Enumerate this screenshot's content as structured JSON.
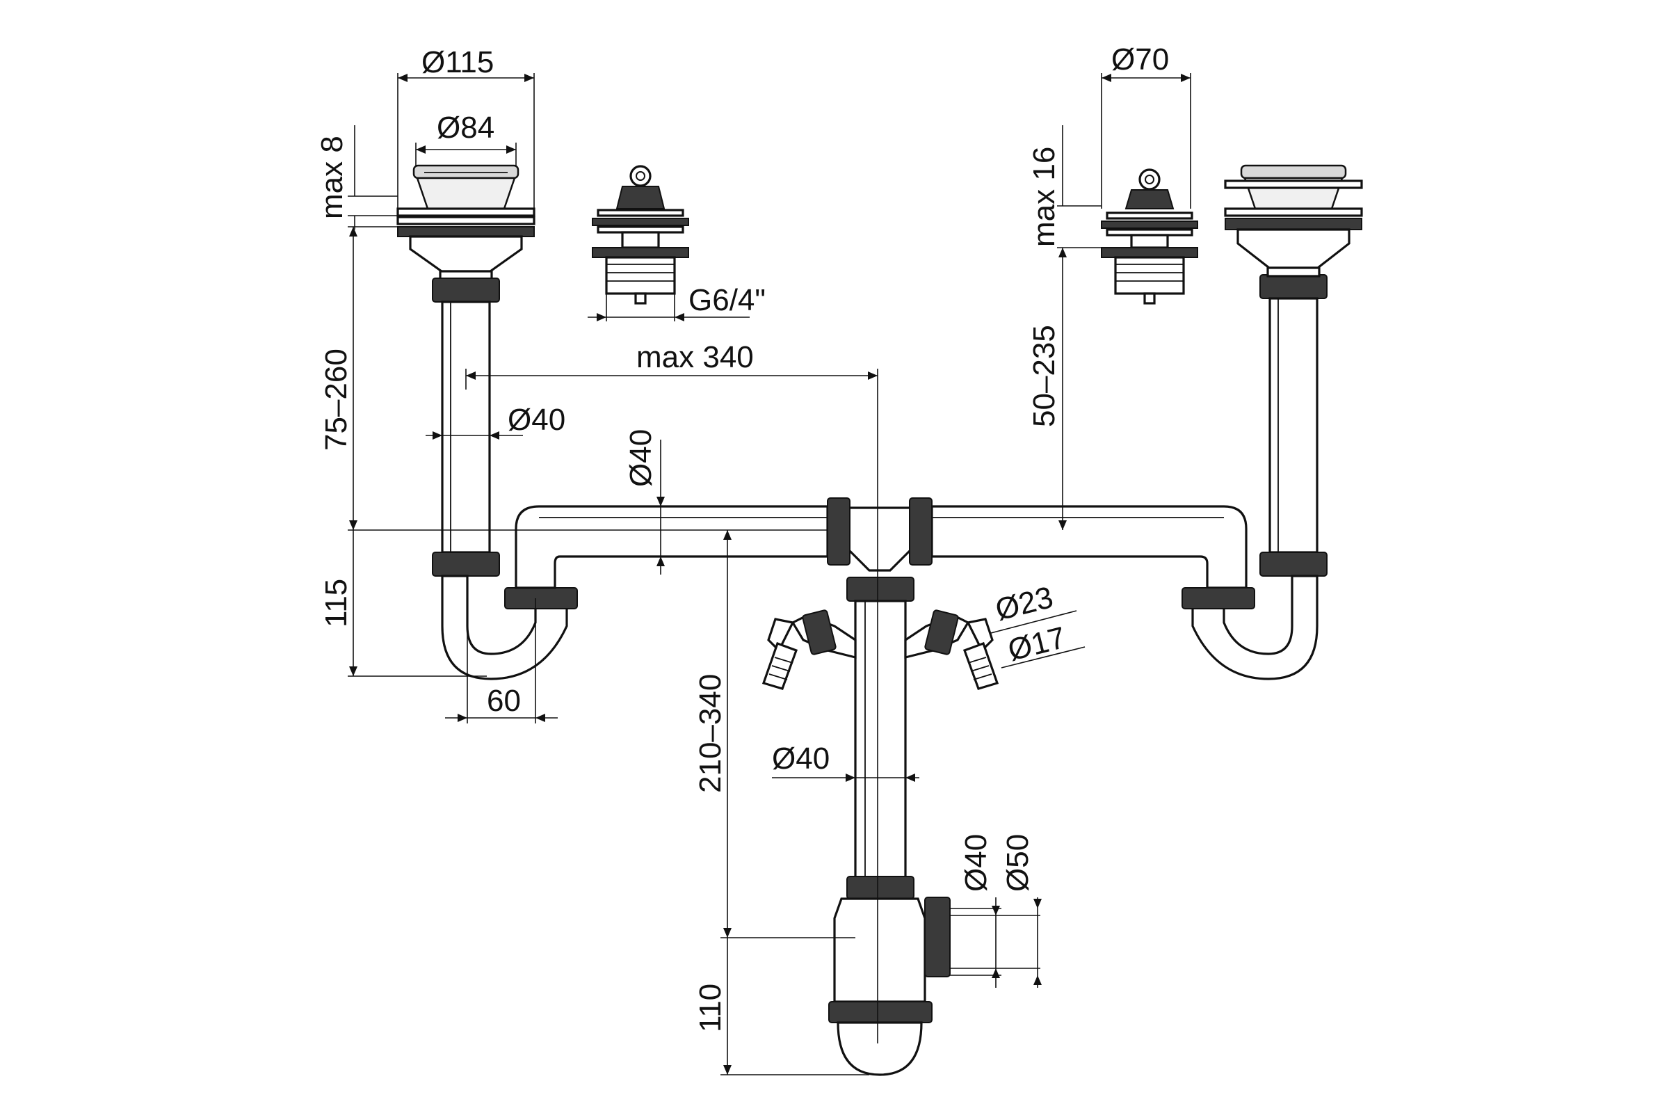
{
  "labels": {
    "d115": "Ø115",
    "d84": "Ø84",
    "max8": "max 8",
    "d70": "Ø70",
    "max16": "max 16",
    "g64": "G6/4\"",
    "max340": "max 340",
    "r75_260": "75–260",
    "d40_left": "Ø40",
    "d40_tee": "Ø40",
    "r50_235": "50–235",
    "d23": "Ø23",
    "d17": "Ø17",
    "h115": "115",
    "w60": "60",
    "r210_340": "210–340",
    "d40_vert": "Ø40",
    "d40_out": "Ø40",
    "d50_out": "Ø50",
    "h110": "110"
  },
  "colors": {
    "line": "#111111",
    "nut": "#3a3a3a",
    "background": "#ffffff"
  }
}
